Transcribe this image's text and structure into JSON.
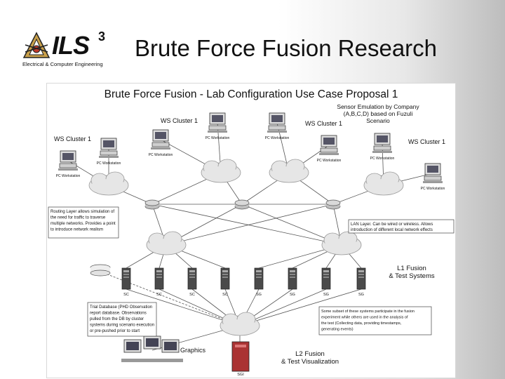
{
  "logo": {
    "name": "ILS",
    "superscript": "3",
    "subtitle": "Electrical & Computer Engineering"
  },
  "slide_title": "Brute Force Fusion Research",
  "diagram": {
    "title": "Brute Force Fusion - Lab Configuration Use Case Proposal 1",
    "ws_clusters": [
      "WS Cluster 1",
      "WS Cluster 1",
      "WS Cluster 1",
      "WS Cluster 1"
    ],
    "workstation_label": "PC Workstation",
    "sensor_note": [
      "Sensor Emulation by Company",
      "(A,B,C,D) based on Fuzuli",
      "Scenario"
    ],
    "routing_note": [
      "Routing Layer allows simulation of",
      "the need for traffic to traverse",
      "multiple networks. Provides a point",
      "to introduce network realism"
    ],
    "lan_note": [
      "LAN Layer. Can be wired or wireless. Allows",
      "introduction of different local network effects"
    ],
    "l1_label": [
      "L1 Fusion",
      "& Test Systems"
    ],
    "server_labels": [
      "SC",
      "SC",
      "SC",
      "SC",
      "SG",
      "SG",
      "SG",
      "SG"
    ],
    "trial_note": [
      "Trial Database (PHD Observation",
      "report database. Observations",
      "pulled from the DB by cluster",
      "systems during scenario execution",
      "or pre-pushed prior to start"
    ],
    "subset_note": [
      "Some subset of these systems participate in the fusion",
      "experiment while others are used in the analysis of",
      "the test (Collecting data, providing timestamps,",
      "generating events)"
    ],
    "graphics_label": "Graphics",
    "l2_label": [
      "L2 Fusion",
      "& Test Visualization"
    ],
    "sgi_label": "SGI"
  }
}
